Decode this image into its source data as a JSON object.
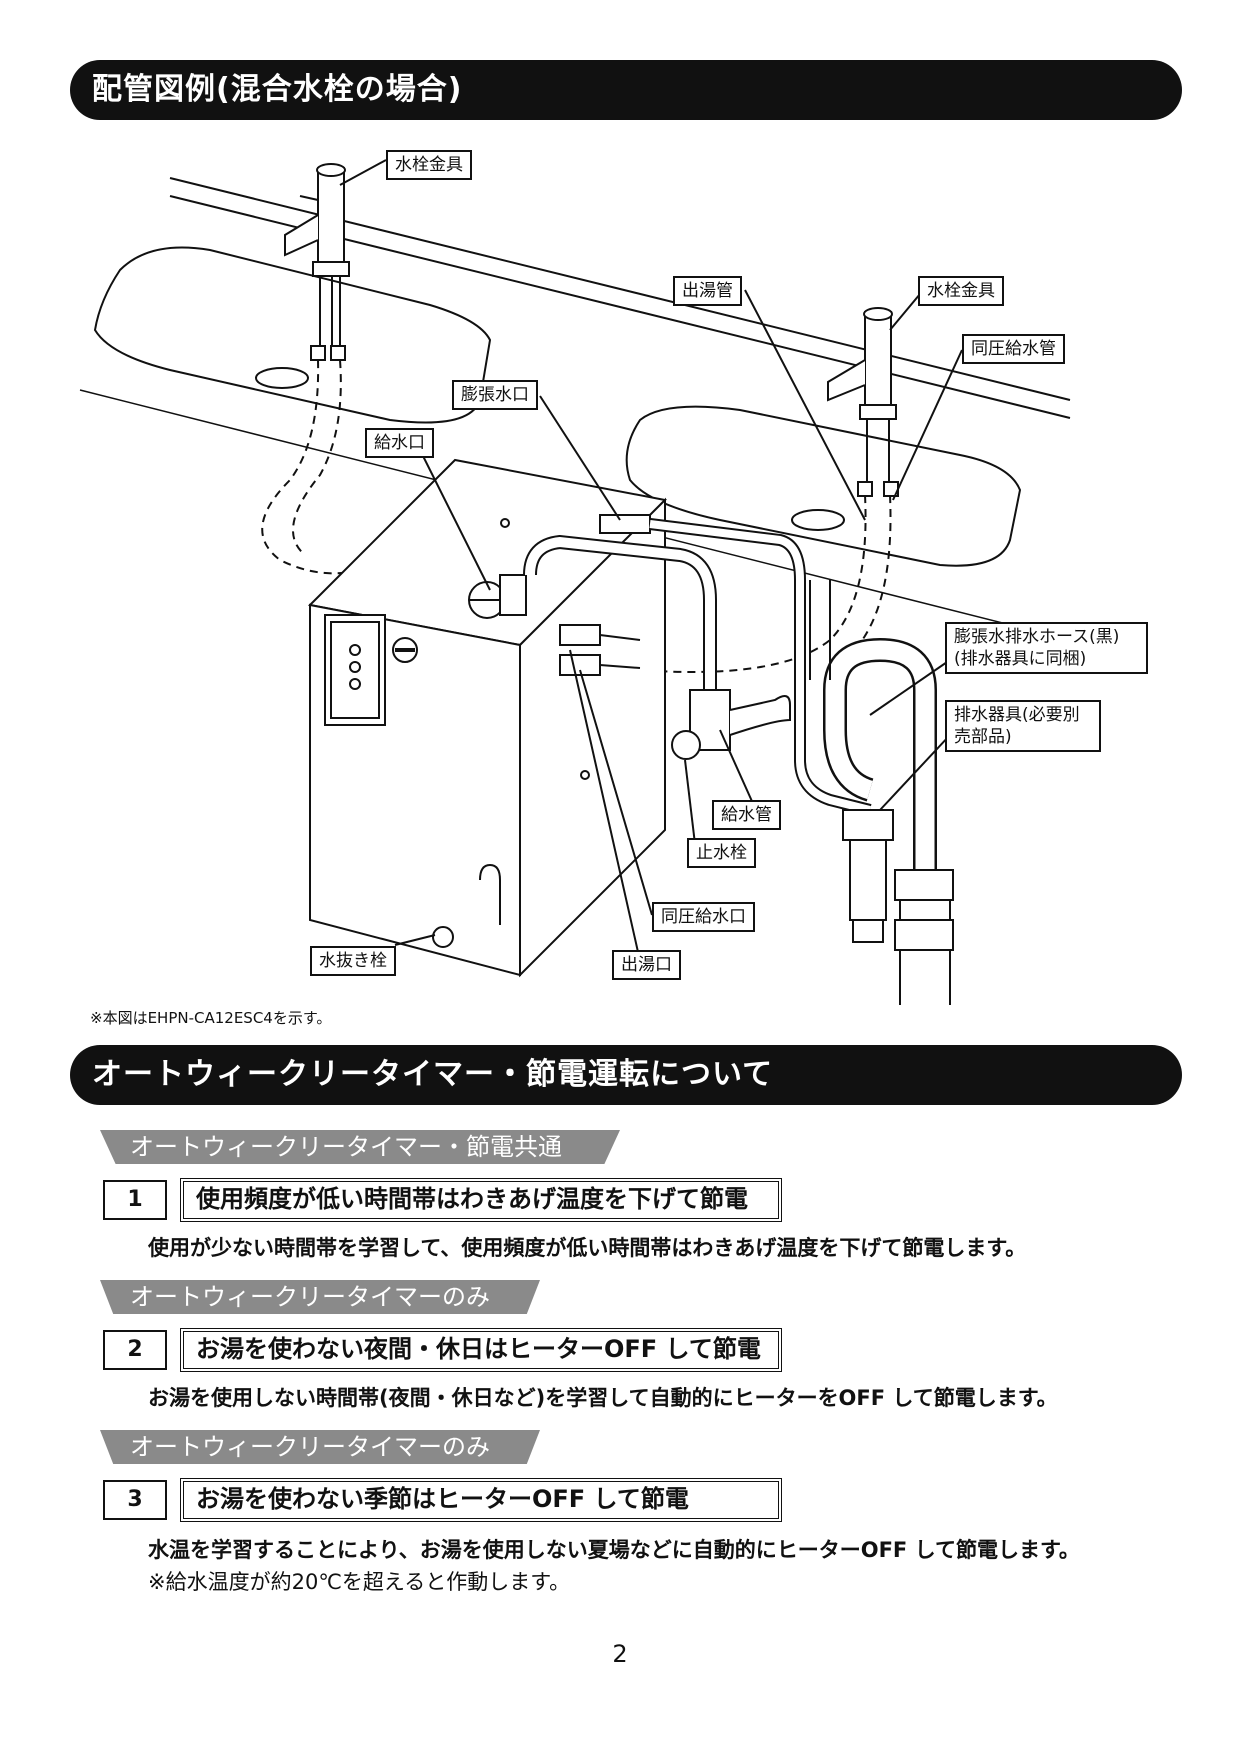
{
  "section1": {
    "title": "配管図例(混合水栓の場合)"
  },
  "diagram": {
    "labels": {
      "faucet_left": "水栓金具",
      "outlet_pipe": "出湯管",
      "faucet_right": "水栓金具",
      "same_pressure_supply_pipe": "同圧給水管",
      "expansion_water_port": "膨張水口",
      "water_inlet": "給水口",
      "expansion_drain_hose": "膨張水排水ホース(黒)(排水器具に同梱)",
      "drain_fitting": "排水器具(必要別売部品)",
      "supply_pipe": "給水管",
      "stop_valve": "止水栓",
      "same_pressure_inlet": "同圧給水口",
      "hot_water_outlet": "出湯口",
      "drain_plug": "水抜き栓"
    },
    "note": "※本図はEHPN-CA12ESC4を示す。"
  },
  "section2": {
    "title": "オートウィークリータイマー・節電運転について"
  },
  "features": [
    {
      "category": "オートウィークリータイマー・節電共通",
      "number": "1",
      "title": "使用頻度が低い時間帯はわきあげ温度を下げて節電",
      "description": "使用が少ない時間帯を学習して、使用頻度が低い時間帯はわきあげ温度を下げて節電します。"
    },
    {
      "category": "オートウィークリータイマーのみ",
      "number": "2",
      "title": "お湯を使わない夜間・休日はヒーターOFF して節電",
      "description": "お湯を使用しない時間帯(夜間・休日など)を学習して自動的にヒーターをOFF して節電します。"
    },
    {
      "category": "オートウィークリータイマーのみ",
      "number": "3",
      "title": "お湯を使わない季節はヒーターOFF して節電",
      "description": "水温を学習することにより、お湯を使用しない夏場などに自動的にヒーターOFF して節電します。",
      "note": "※給水温度が約20℃を超えると作動します。"
    }
  ],
  "page_number": "2"
}
